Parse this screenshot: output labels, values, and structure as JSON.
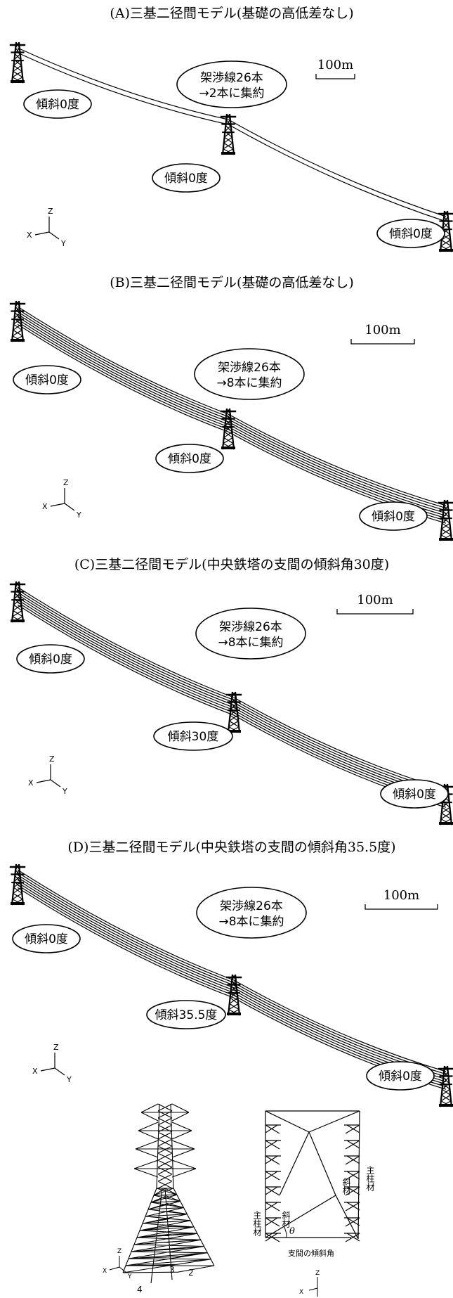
{
  "panels": [
    {
      "title": "(A)三基二径間モデル(基礎の高低差なし)",
      "conductor_label": [
        "架渉線26本",
        "→2本に集約"
      ],
      "angles": [
        "傾斜0度",
        "傾斜0度",
        "傾斜0度"
      ],
      "scale": "100m",
      "bundled_lines": 2
    },
    {
      "title": "(B)三基二径間モデル(基礎の高低差なし)",
      "conductor_label": [
        "架渉線26本",
        "→8本に集約"
      ],
      "angles": [
        "傾斜0度",
        "傾斜0度",
        "傾斜0度"
      ],
      "scale": "100m",
      "bundled_lines": 8
    },
    {
      "title": "(C)三基二径間モデル(中央鉄塔の支間の傾斜角30度)",
      "conductor_label": [
        "架渉線26本",
        "→8本に集約"
      ],
      "angles": [
        "傾斜0度",
        "傾斜30度",
        "傾斜0度"
      ],
      "scale": "100m",
      "bundled_lines": 8
    },
    {
      "title": "(D)三基二径間モデル(中央鉄塔の支間の傾斜角35.5度)",
      "conductor_label": [
        "架渉線26本",
        "→8本に集約"
      ],
      "angles": [
        "傾斜0度",
        "傾斜35.5度",
        "傾斜0度"
      ],
      "scale": "100m",
      "bundled_lines": 8
    }
  ],
  "axes": {
    "z": "Z",
    "x": "X",
    "y": "Y"
  },
  "tower_detail": {
    "leg_numbers": [
      "4",
      "3",
      "2"
    ],
    "main_member": "主柱材",
    "diagonal_member": "斜材",
    "theta": "θ",
    "angle_caption": "支間の傾斜角"
  }
}
